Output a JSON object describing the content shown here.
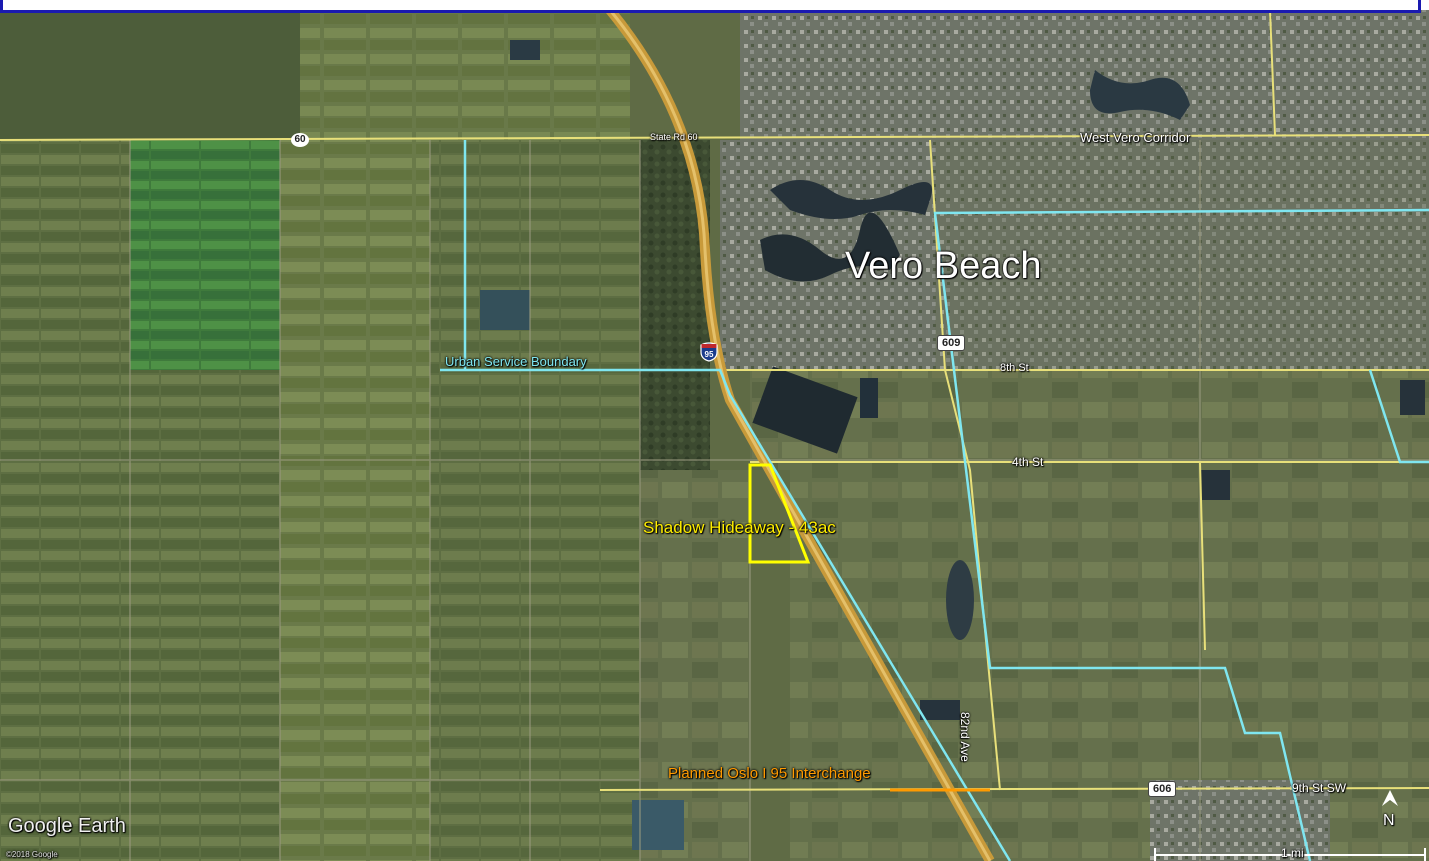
{
  "map": {
    "city_label": "Vero Beach",
    "property_label": "Shadow Hideaway - 43ac",
    "interchange_label": "Planned Oslo I 95 Interchange",
    "boundary_label": "Urban Service Boundary",
    "corridor_label": "West Vero Corridor",
    "street_labels": {
      "eighth": "8th St",
      "fourth": "4th St",
      "ninth_sw": "9th St SW",
      "avenue_82nd": "82nd Ave",
      "sr60": "State Rd 60"
    },
    "shields": {
      "sr60": "60",
      "cr609": "609",
      "cr606": "606",
      "i95": "95"
    },
    "branding": "Google Earth",
    "copyright": "©2018 Google",
    "scale_label": "1 mi",
    "north_label": "N"
  },
  "colors": {
    "boundary": "#7fe6f0",
    "roads": "#e8e07a",
    "property": "#ffff00",
    "interchange": "#ff9a00",
    "highway": "#d9a640",
    "frame": "#1a1ab0"
  }
}
